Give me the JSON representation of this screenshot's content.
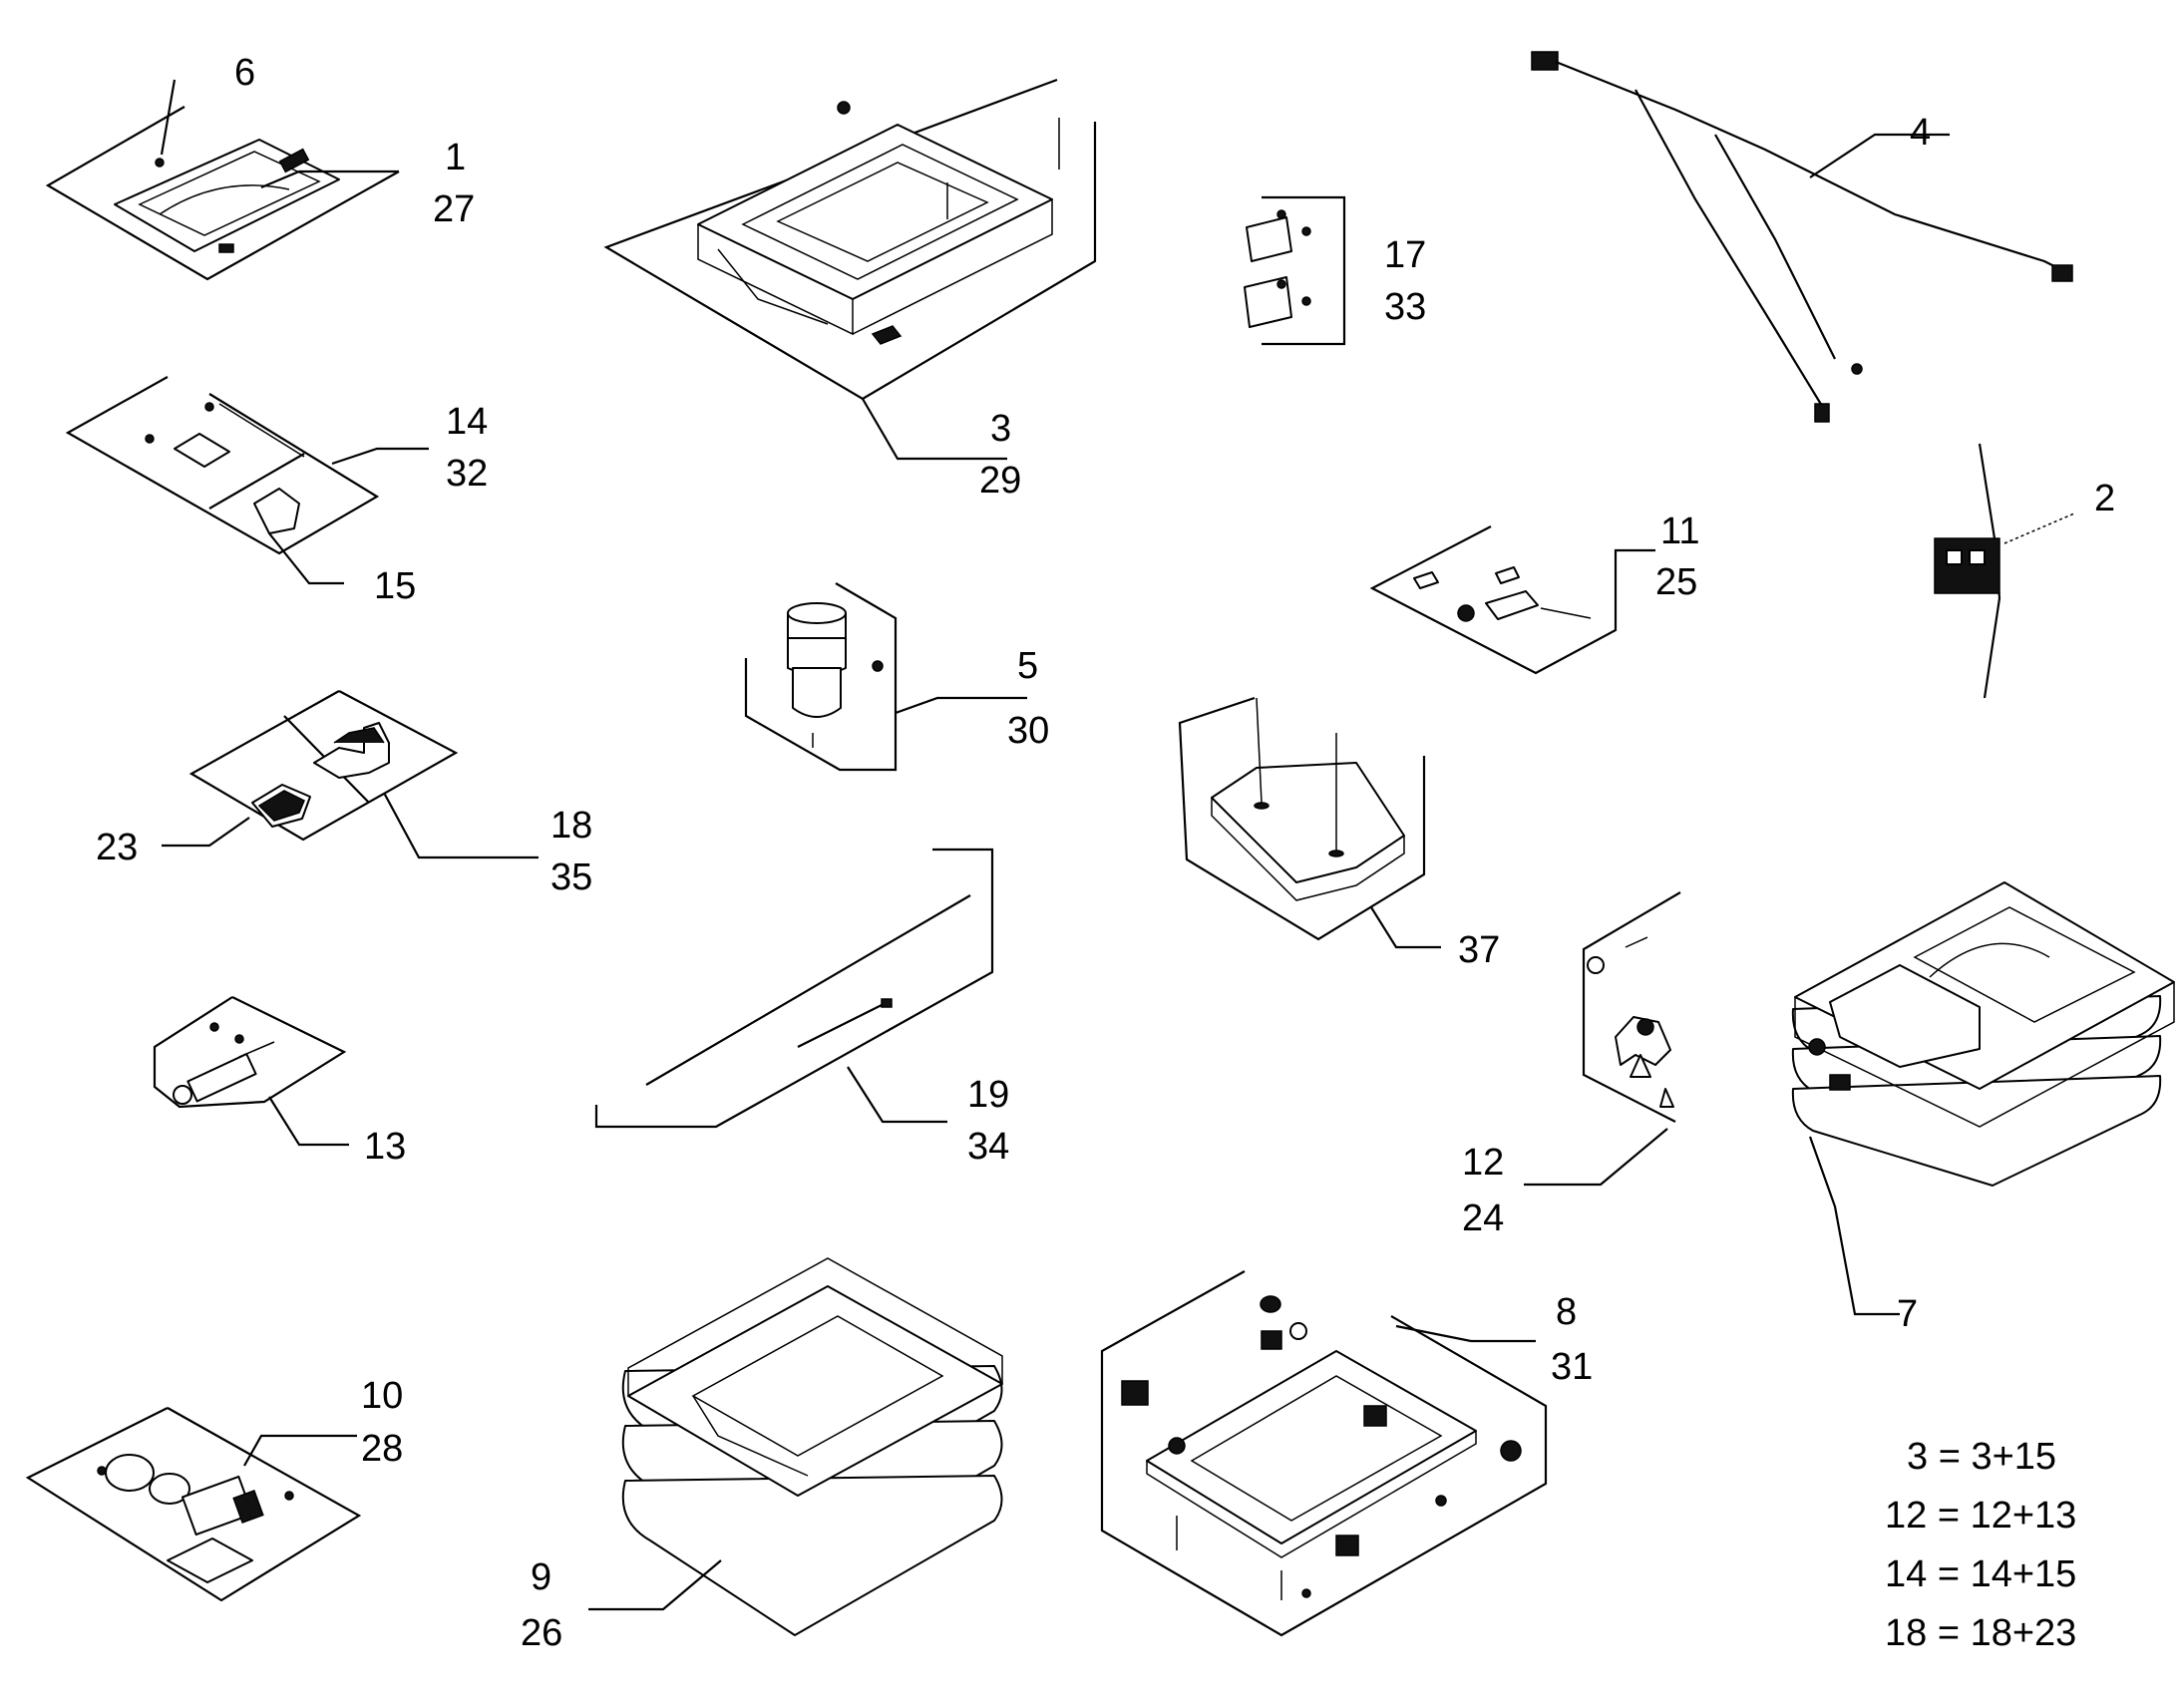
{
  "callouts": {
    "c1": "1",
    "c27": "27",
    "c6": "6",
    "c3": "3",
    "c29": "29",
    "c17": "17",
    "c33": "33",
    "c4": "4",
    "c2": "2",
    "c14": "14",
    "c32": "32",
    "c15": "15",
    "c5": "5",
    "c30": "30",
    "c11": "11",
    "c25": "25",
    "c23": "23",
    "c18": "18",
    "c35": "35",
    "c37": "37",
    "c13": "13",
    "c19": "19",
    "c34": "34",
    "c12": "12",
    "c24": "24",
    "c7": "7",
    "c10": "10",
    "c28": "28",
    "c9": "9",
    "c26": "26",
    "c8": "8",
    "c31": "31"
  },
  "legend": [
    "3 = 3+15",
    "12 = 12+13",
    "14 = 14+15",
    "18 = 18+23"
  ]
}
